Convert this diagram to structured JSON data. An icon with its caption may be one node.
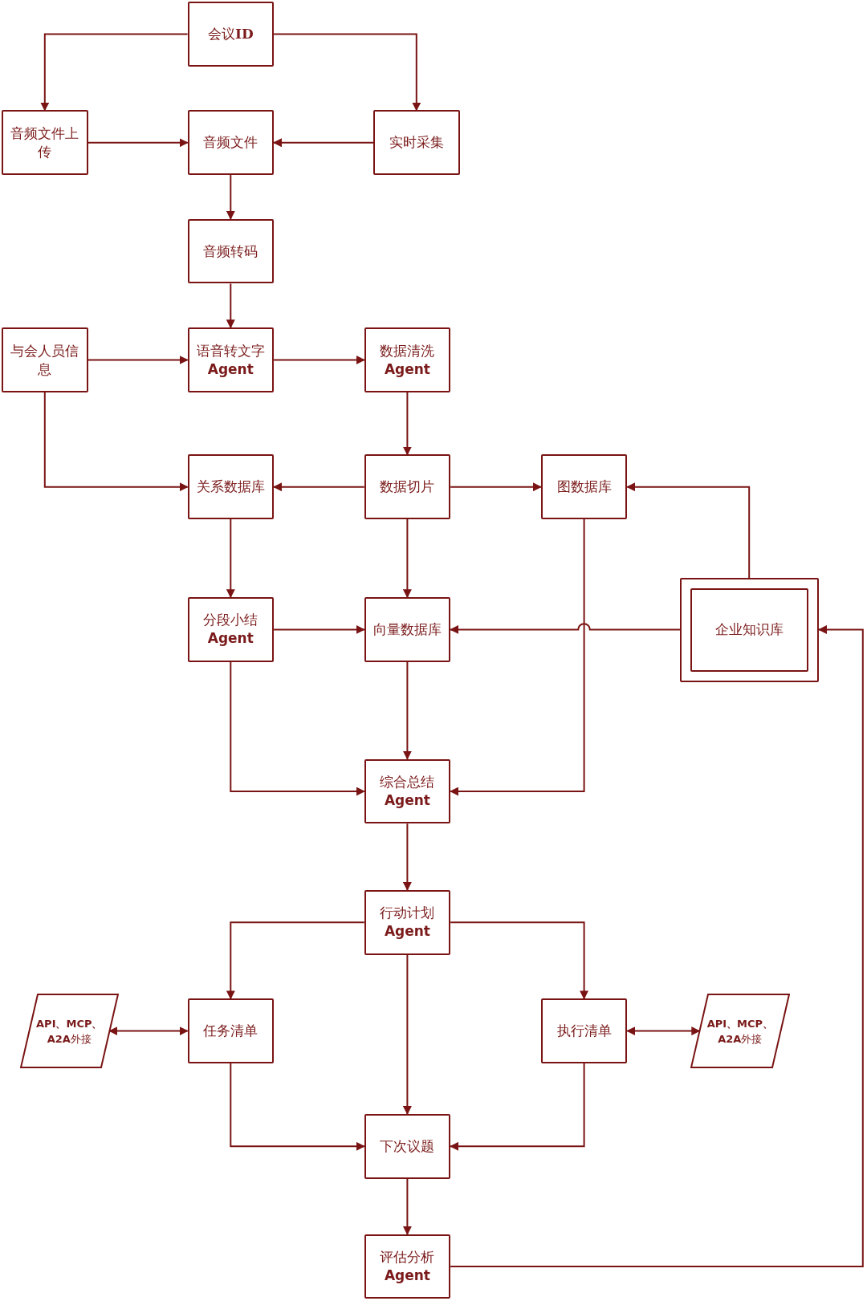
{
  "diagram": {
    "nodes": [
      {
        "text": [
          "会议**ID**"
        ]
      },
      {
        "text": [
          "音频文件上传"
        ]
      },
      {
        "text": [
          "音频文件"
        ]
      },
      {
        "text": [
          "实时采集"
        ]
      },
      {
        "text": [
          "音频转码"
        ]
      },
      {
        "text": [
          "与会人员信息"
        ]
      },
      {
        "text": [
          "语音转文字",
          "Agent"
        ]
      },
      {
        "text": [
          "数据清洗",
          "Agent"
        ]
      },
      {
        "text": [
          "关系数据库"
        ]
      },
      {
        "text": [
          "数据切片"
        ]
      },
      {
        "text": [
          "图数据库"
        ]
      },
      {
        "text": [
          "分段小结",
          "Agent"
        ]
      },
      {
        "text": [
          "向量数据库"
        ]
      },
      {
        "text": [
          "企业知识库"
        ]
      },
      {
        "text": [
          "综合总结",
          "Agent"
        ]
      },
      {
        "text": [
          "行动计划",
          "Agent"
        ]
      },
      {
        "text": [
          "**API、MCP、A2A**外接"
        ]
      },
      {
        "text": [
          "任务清单"
        ]
      },
      {
        "text": [
          "执行清单"
        ]
      },
      {
        "text": [
          "**API、MCP、A2A**外接"
        ]
      },
      {
        "text": [
          "下次议题"
        ]
      },
      {
        "text": [
          "评估分析",
          "Agent"
        ]
      }
    ],
    "edges": [
      {
        "from": 0,
        "to": 1,
        "arrow": "to"
      },
      {
        "from": 0,
        "to": 3,
        "arrow": "to"
      },
      {
        "from": 1,
        "to": 2,
        "arrow": "to"
      },
      {
        "from": 3,
        "to": 2,
        "arrow": "to"
      },
      {
        "from": 2,
        "to": 4,
        "arrow": "to"
      },
      {
        "from": 4,
        "to": 6,
        "arrow": "to"
      },
      {
        "from": 5,
        "to": 6,
        "arrow": "to"
      },
      {
        "from": 6,
        "to": 7,
        "arrow": "to"
      },
      {
        "from": 7,
        "to": 9,
        "arrow": "to"
      },
      {
        "from": 5,
        "to": 8,
        "arrow": "to"
      },
      {
        "from": 9,
        "to": 8,
        "arrow": "to"
      },
      {
        "from": 9,
        "to": 10,
        "arrow": "to"
      },
      {
        "from": 13,
        "to": 10,
        "arrow": "to"
      },
      {
        "from": 8,
        "to": 11,
        "arrow": "to"
      },
      {
        "from": 9,
        "to": 12,
        "arrow": "to"
      },
      {
        "from": 11,
        "to": 12,
        "arrow": "to"
      },
      {
        "from": 13,
        "to": 12,
        "arrow": "to"
      },
      {
        "from": 10,
        "to": 14,
        "arrow": "to"
      },
      {
        "from": 11,
        "to": 14,
        "arrow": "to"
      },
      {
        "from": 12,
        "to": 14,
        "arrow": "to"
      },
      {
        "from": 14,
        "to": 15,
        "arrow": "to"
      },
      {
        "from": 15,
        "to": 17,
        "arrow": "to"
      },
      {
        "from": 15,
        "to": 18,
        "arrow": "to"
      },
      {
        "from": 15,
        "to": 20,
        "arrow": "to"
      },
      {
        "from": 16,
        "to": 17,
        "arrow": "both"
      },
      {
        "from": 18,
        "to": 19,
        "arrow": "both"
      },
      {
        "from": 17,
        "to": 20,
        "arrow": "to"
      },
      {
        "from": 18,
        "to": 20,
        "arrow": "to"
      },
      {
        "from": 20,
        "to": 21,
        "arrow": "to"
      },
      {
        "from": 21,
        "to": 13,
        "arrow": "to"
      }
    ]
  }
}
